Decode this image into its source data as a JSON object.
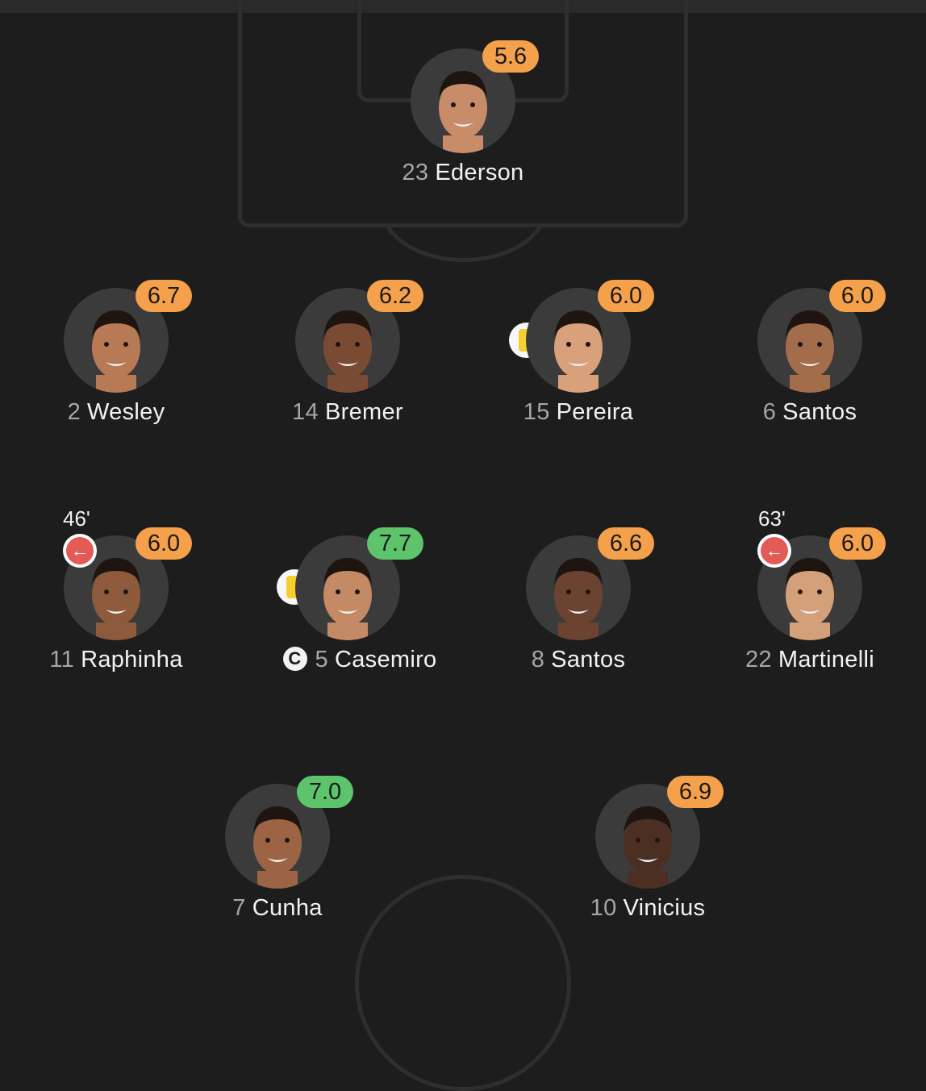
{
  "colors": {
    "background": "#1d1d1d",
    "pitch_lines": "#2e2e2e",
    "rating_orange": "#f5a04a",
    "rating_green": "#5dc46c",
    "yellow_card": "#f6cf2f",
    "substitution_red": "#e45a55"
  },
  "players": [
    {
      "number": "23",
      "name": "Ederson",
      "rating": "5.6",
      "rating_color": "orange"
    },
    {
      "number": "2",
      "name": "Wesley",
      "rating": "6.7",
      "rating_color": "orange"
    },
    {
      "number": "14",
      "name": "Bremer",
      "rating": "6.2",
      "rating_color": "orange"
    },
    {
      "number": "15",
      "name": "Pereira",
      "rating": "6.0",
      "rating_color": "orange",
      "yellow_card": true
    },
    {
      "number": "6",
      "name": "Santos",
      "rating": "6.0",
      "rating_color": "orange"
    },
    {
      "number": "11",
      "name": "Raphinha",
      "rating": "6.0",
      "rating_color": "orange",
      "sub_off_minute": "46'"
    },
    {
      "number": "5",
      "name": "Casemiro",
      "rating": "7.7",
      "rating_color": "green",
      "yellow_card": true,
      "captain": true
    },
    {
      "number": "8",
      "name": "Santos",
      "rating": "6.6",
      "rating_color": "orange"
    },
    {
      "number": "22",
      "name": "Martinelli",
      "rating": "6.0",
      "rating_color": "orange",
      "sub_off_minute": "63'"
    },
    {
      "number": "7",
      "name": "Cunha",
      "rating": "7.0",
      "rating_color": "green"
    },
    {
      "number": "10",
      "name": "Vinicius",
      "rating": "6.9",
      "rating_color": "orange"
    }
  ],
  "icons": {
    "captain": "C",
    "sub_arrow": "←"
  }
}
